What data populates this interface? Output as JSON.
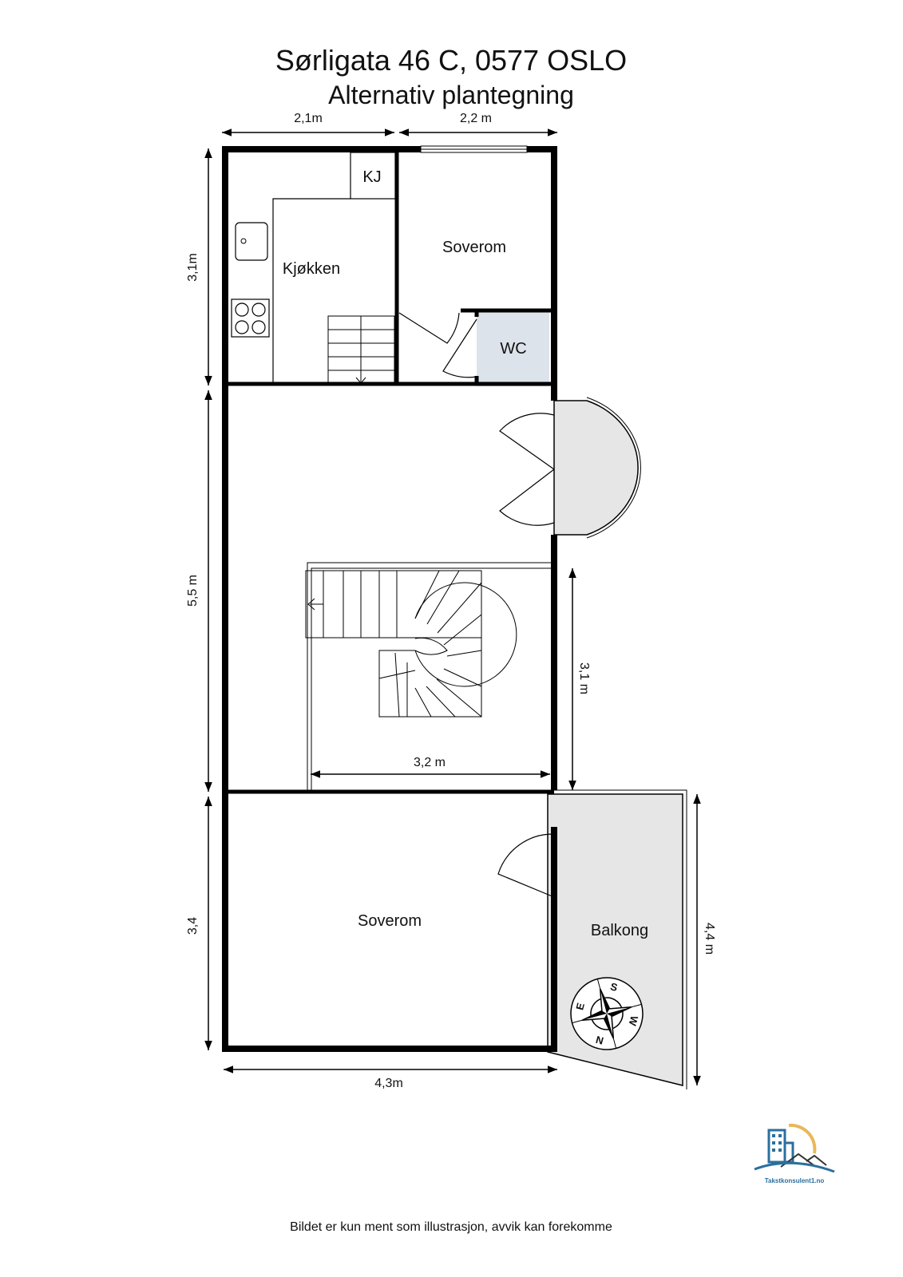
{
  "title": "Sørligata 46 C, 0577 OSLO",
  "subtitle": "Alternativ plantegning",
  "rooms": {
    "kj": "KJ",
    "kitchen": "Kjøkken",
    "bedroom_top": "Soverom",
    "wc": "WC",
    "bedroom_bottom": "Soverom",
    "balcony": "Balkong"
  },
  "dimensions": {
    "top_left": "2,1m",
    "top_right": "2,2 m",
    "left_top": "3,1m",
    "left_mid": "5,5 m",
    "left_bottom": "3,4",
    "bottom": "4,3m",
    "stair_width": "3,2 m",
    "stair_height": "3,1 m",
    "balcony_height": "4,4 m"
  },
  "compass": {
    "n": "N",
    "e": "E",
    "s": "S",
    "w": "W"
  },
  "logo": {
    "text": "Takstkonsulent1.no"
  },
  "footer": "Bildet er kun ment som illustrasjon, avvik kan forekomme",
  "colors": {
    "wall": "#000000",
    "wc_fill": "#dde3ea",
    "balcony_fill": "#e6e6e6",
    "logo_blue": "#2b6f9e",
    "logo_sun": "#e8b85a"
  }
}
